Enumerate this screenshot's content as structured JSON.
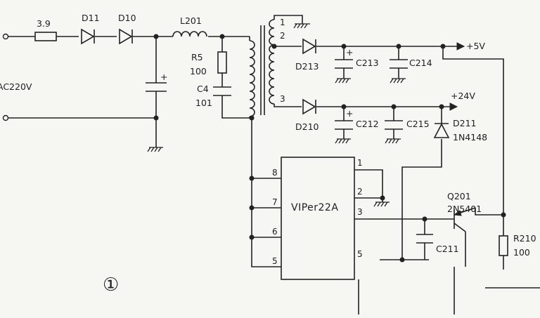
{
  "diagram": {
    "input_label": "AC220V",
    "fuse_resistor": "3.9",
    "diode_d11": "D11",
    "diode_d10": "D10",
    "inductor_l201": "L201",
    "resistor_r5": "R5",
    "resistor_r5_value": "100",
    "cap_c4": "C4",
    "cap_c4_value": "101",
    "winding_pin_1": "1",
    "winding_pin_2": "2",
    "winding_pin_3": "3",
    "diode_d213": "D213",
    "cap_c213": "C213",
    "cap_c214": "C214",
    "out_5v": "+5V",
    "diode_d210": "D210",
    "cap_c212": "C212",
    "cap_c215": "C215",
    "out_24v": "+24V",
    "diode_d211": "D211",
    "diode_d211_part": "1N4148",
    "ic_name": "VIPer22A",
    "ic_pin_8": "8",
    "ic_pin_7": "7",
    "ic_pin_6": "6",
    "ic_pin_5_left": "5",
    "ic_pin_1": "1",
    "ic_pin_2": "2",
    "ic_pin_3": "3",
    "ic_pin_5_right": "5",
    "transistor_q201": "Q201",
    "transistor_q201_part": "2N5401",
    "cap_c211": "C211",
    "resistor_r210": "R210",
    "resistor_r210_value": "100",
    "figure_number": "①"
  }
}
